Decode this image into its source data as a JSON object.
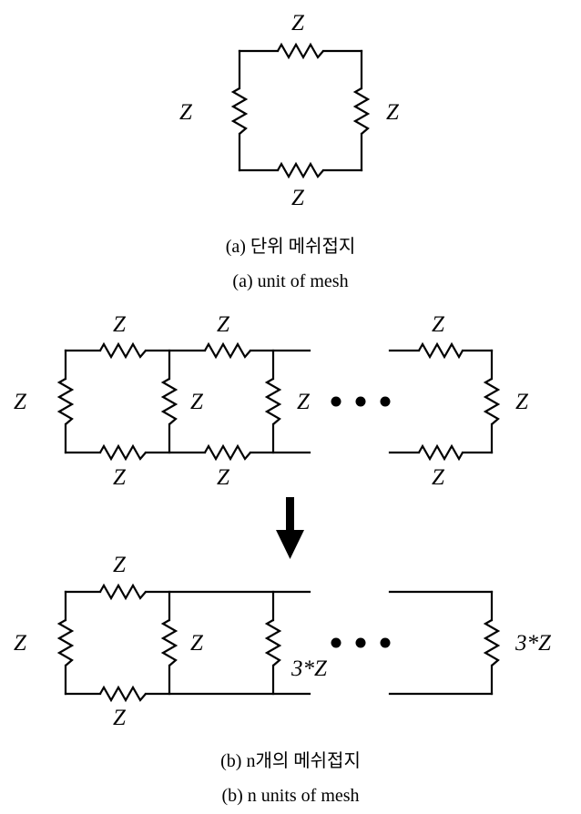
{
  "labels": {
    "impedance": "Z",
    "triple_impedance": "3*Z"
  },
  "captions": {
    "a_korean": "(a) 단위 메쉬접지",
    "a_english": "(a) unit of mesh",
    "b_korean": "(b) n개의 메쉬접지",
    "b_english": "(b) n units of mesh"
  },
  "colors": {
    "line": "#000000",
    "background": "#ffffff"
  }
}
